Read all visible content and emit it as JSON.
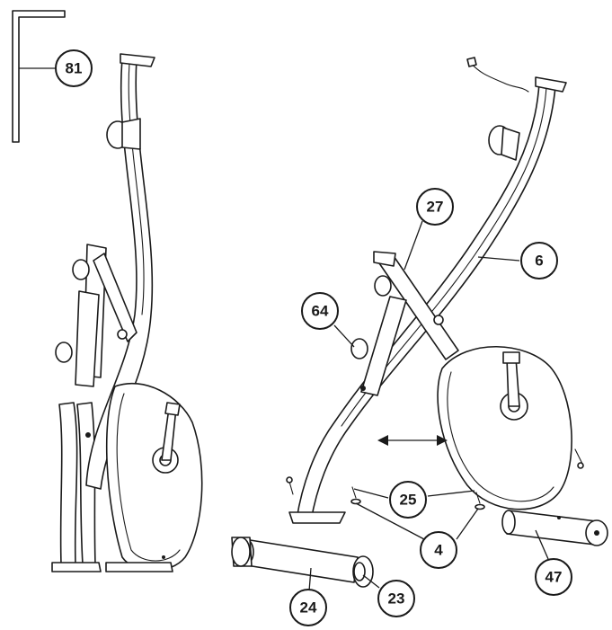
{
  "callouts": [
    {
      "id": "81"
    },
    {
      "id": "27"
    },
    {
      "id": "6"
    },
    {
      "id": "64"
    },
    {
      "id": "25"
    },
    {
      "id": "4"
    },
    {
      "id": "47"
    },
    {
      "id": "24"
    },
    {
      "id": "23"
    }
  ],
  "colors": {
    "line": "#1a1a1a",
    "background": "#ffffff"
  }
}
